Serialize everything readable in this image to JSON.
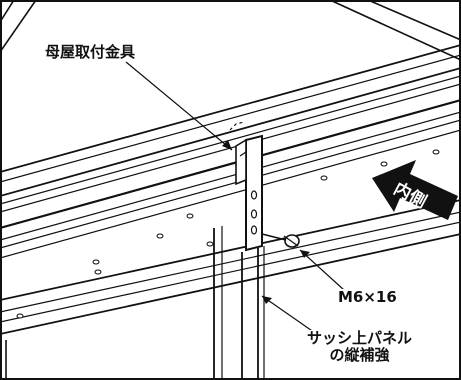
{
  "labels": {
    "bracket": "母屋取付金具",
    "bolt": "M6×16",
    "stiffener_line1": "サッシ上パネル",
    "stiffener_line2": "の縦補強",
    "inside": "内側"
  },
  "colors": {
    "line": "#111111",
    "background": "#ffffff",
    "arrow": "#111111"
  },
  "icons": {
    "inside_arrow": "arrow-up-left-icon"
  }
}
